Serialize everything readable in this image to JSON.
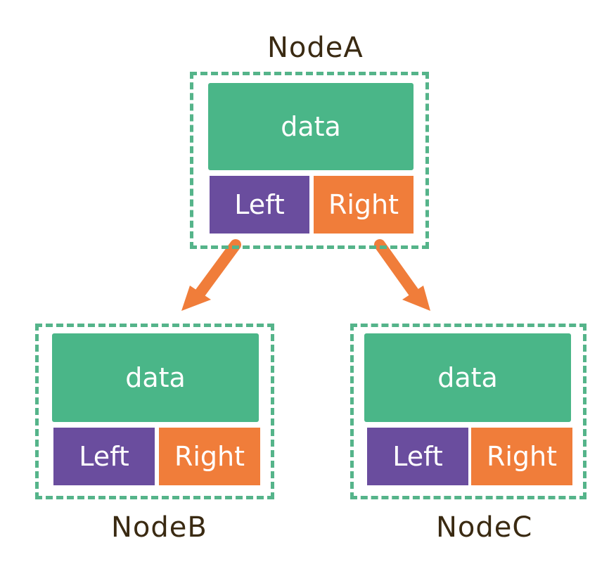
{
  "nodes": [
    {
      "id": "A",
      "title": "NodeA",
      "data_label": "data",
      "left_label": "Left",
      "right_label": "Right"
    },
    {
      "id": "B",
      "title": "NodeB",
      "data_label": "data",
      "left_label": "Left",
      "right_label": "Right"
    },
    {
      "id": "C",
      "title": "NodeC",
      "data_label": "data",
      "left_label": "Left",
      "right_label": "Right"
    }
  ],
  "edges": [
    {
      "from": "A",
      "to": "B",
      "via": "Left"
    },
    {
      "from": "A",
      "to": "C",
      "via": "Right"
    }
  ],
  "colors": {
    "data": "#4ab688",
    "left": "#6a4d9e",
    "right": "#f07d3a",
    "frame": "#55b48a",
    "arrow": "#f07d3a",
    "title": "#3a2a12"
  }
}
